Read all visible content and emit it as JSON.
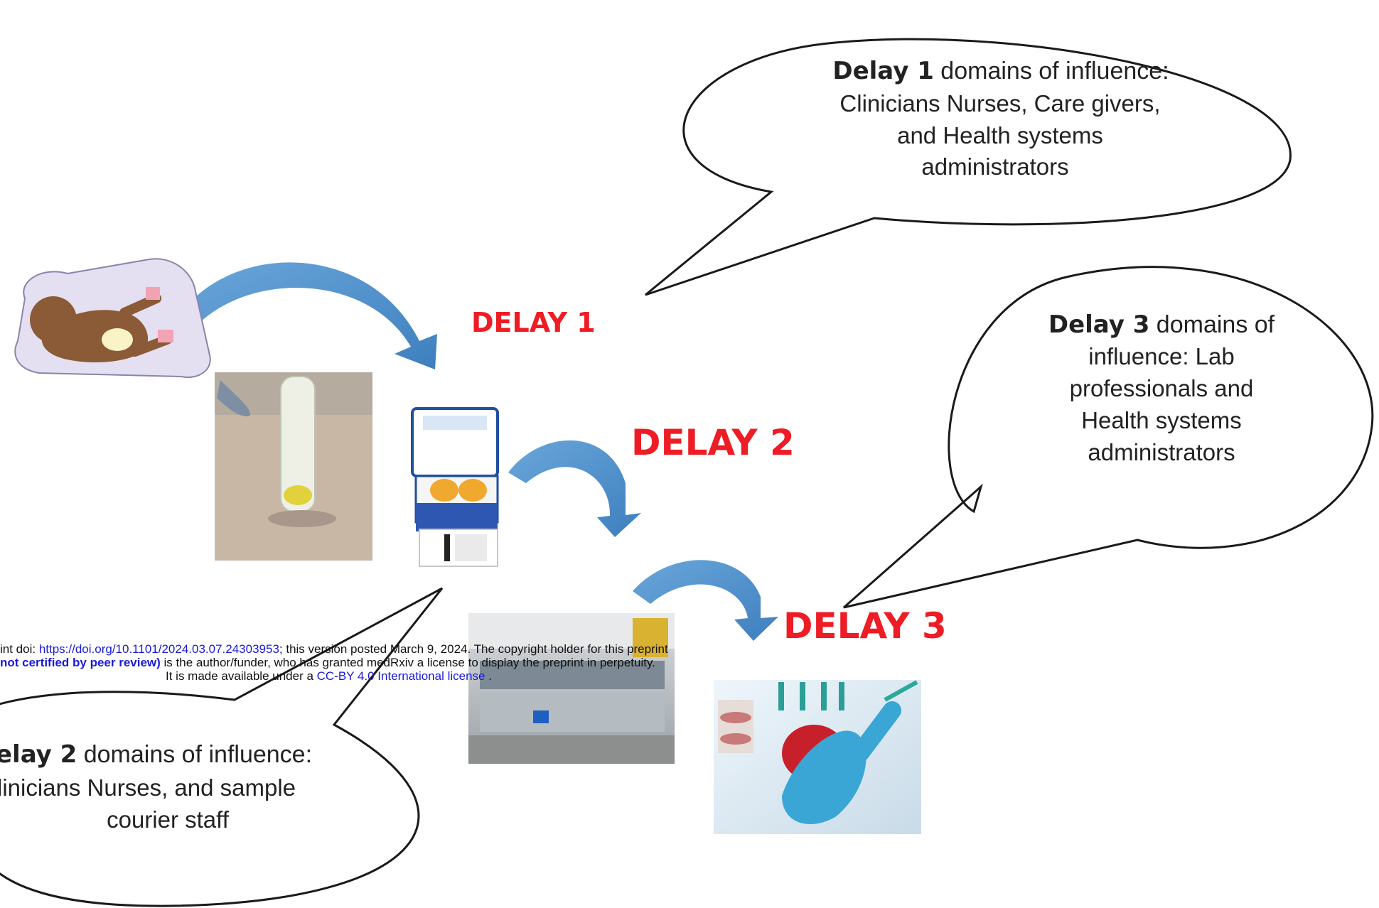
{
  "bubbles": {
    "delay1": {
      "strong": "Delay 1",
      "line1_rest": " domains of influence:",
      "line2": "Clinicians Nurses, Care givers,",
      "line3": "and Health systems",
      "line4": "administrators"
    },
    "delay3": {
      "strong": "Delay 3",
      "line1_rest": " domains of",
      "line2": "influence: Lab",
      "line3": "professionals and",
      "line4": "Health systems",
      "line5": "administrators"
    },
    "delay2": {
      "strong": "elay 2",
      "line1_rest": " domains of influence:",
      "line2": "linicians Nurses, and sample",
      "line3": "courier staff"
    }
  },
  "delays": {
    "d1": "DELAY 1",
    "d2": "DELAY 2",
    "d3": "DELAY 3"
  },
  "preprint": {
    "l1_a": "int doi: ",
    "l1_link": "https://doi.org/10.1101/2024.03.07.24303953",
    "l1_b": "; this version posted March 9, 2024. The copyright holder for this preprint",
    "l2_bold": "not certified by peer review)",
    "l2_b": " is the author/funder, who has granted medRxiv a license to display the preprint in perpetuity.",
    "l3_a": "It is made available under a ",
    "l3_link": "CC-BY 4.0 International license",
    "l3_b": " ."
  },
  "colors": {
    "delay_red": "#ee1c24",
    "arrow_blue": "#4f8fcb",
    "bubble_stroke": "#1a1a1a"
  }
}
